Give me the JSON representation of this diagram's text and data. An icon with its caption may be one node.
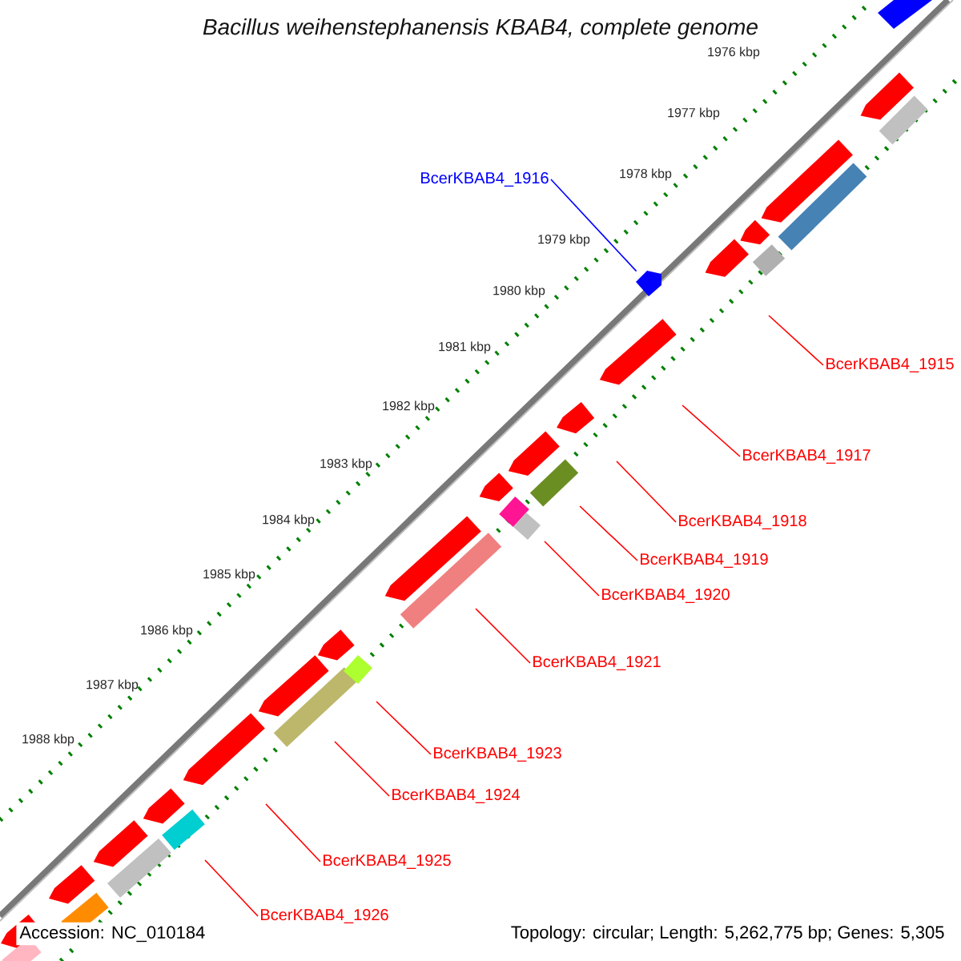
{
  "diagram": {
    "title": "Bacillus weihenstephanensis KBAB4, complete genome",
    "nodes": [
      {
        "text": [
          "BcerKBAB4_1916"
        ]
      },
      {
        "text": [
          "BcerKBAB4_1915"
        ]
      },
      {
        "text": [
          "BcerKBAB4_1917"
        ]
      },
      {
        "text": [
          "BcerKBAB4_1918"
        ]
      },
      {
        "text": [
          "BcerKBAB4_1919"
        ]
      },
      {
        "text": [
          "BcerKBAB4_1920"
        ]
      },
      {
        "text": [
          "BcerKBAB4_1921"
        ]
      },
      {
        "text": [
          "BcerKBAB4_1923"
        ]
      },
      {
        "text": [
          "BcerKBAB4_1924"
        ]
      },
      {
        "text": [
          "BcerKBAB4_1925"
        ]
      },
      {
        "text": [
          "BcerKBAB4_1926"
        ]
      },
      {
        "text": [],
        "shape": "pentagon"
      }
    ],
    "edges": [
      {
        "from": 0,
        "to": 11,
        "arrow": "none",
        "color": "#0000ff"
      },
      {
        "from": 1,
        "to": null,
        "arrow": "none"
      },
      {
        "from": 2,
        "to": null,
        "arrow": "none"
      },
      {
        "from": 3,
        "to": null,
        "arrow": "none"
      },
      {
        "from": 4,
        "to": null,
        "arrow": "none"
      },
      {
        "from": 5,
        "to": null,
        "arrow": "none"
      },
      {
        "from": 6,
        "to": null,
        "arrow": "none"
      },
      {
        "from": 7,
        "to": null,
        "arrow": "none"
      },
      {
        "from": 8,
        "to": null,
        "arrow": "none"
      },
      {
        "from": 9,
        "to": null,
        "arrow": "none"
      },
      {
        "from": 10,
        "to": null,
        "arrow": "none"
      }
    ],
    "labels": [
      "1976 kbp",
      "1977 kbp",
      "1978 kbp",
      "1979 kbp",
      "1980 kbp",
      "1981 kbp",
      "1982 kbp",
      "1983 kbp",
      "1984 kbp",
      "1985 kbp",
      "1986 kbp",
      "1987 kbp",
      "1988 kbp",
      "Accession: NC_010184",
      "Topology: circular; Length: 5,262,775 bp; Genes: 5,305"
    ]
  }
}
